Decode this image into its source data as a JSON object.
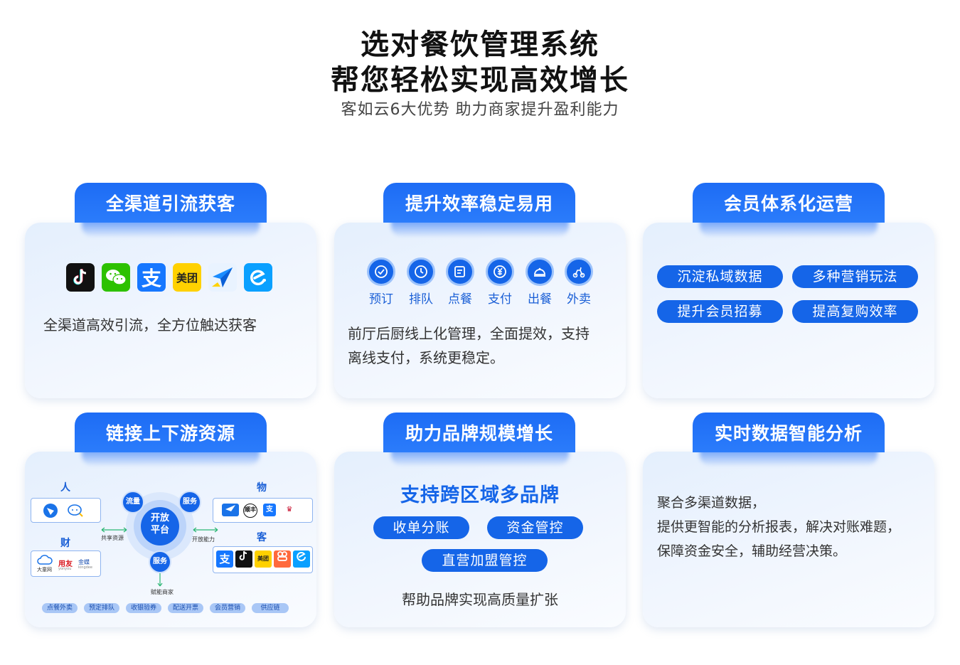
{
  "header": {
    "title_line1": "选对餐饮管理系统",
    "title_line2": "帮您轻松实现高效增长",
    "subtitle": "客如云6大优势 助力商家提升盈利能力"
  },
  "cards": [
    {
      "tab": "全渠道引流获客",
      "desc": "全渠道高效引流，全方位触达获客",
      "apps": [
        "douyin-icon",
        "wechat-icon",
        "alipay-icon",
        "meituan-icon",
        "amap-icon",
        "eleme-icon"
      ],
      "meituan_text": "美团",
      "alipay_text": "支"
    },
    {
      "tab": "提升效率稳定易用",
      "features": [
        "预订",
        "排队",
        "点餐",
        "支付",
        "出餐",
        "外卖"
      ],
      "desc_line1": "前厅后厨线上化管理，全面提效，支持",
      "desc_line2": "离线支付，系统更稳定。"
    },
    {
      "tab": "会员体系化运营",
      "pills": [
        "沉淀私域数据",
        "多种营销玩法",
        "提升会员招募",
        "提高复购效率"
      ]
    },
    {
      "tab": "链接上下游资源",
      "labels": {
        "person": "人",
        "thing": "物",
        "money": "财",
        "customer": "客"
      },
      "center": {
        "line1": "开放",
        "line2": "平台"
      },
      "bubbles": {
        "top_left": "流量",
        "top_right": "服务",
        "bottom": "服务"
      },
      "arrow_labels": {
        "left": "共享资源",
        "right": "开放能力",
        "bottom": "赋能商家"
      },
      "finance_logos": [
        "大童网",
        "用友",
        "金蝶"
      ],
      "finance_subs": {
        "yonyou": "yonyou",
        "kingdee": "kingdee"
      },
      "thing_logos": [
        "顺丰",
        "支"
      ],
      "customer_logos": {
        "meituan": "美团",
        "alipay": "支"
      },
      "tags": [
        "点餐外卖",
        "预定排队",
        "收银验券",
        "配送开票",
        "会员营销",
        "供应链"
      ]
    },
    {
      "tab": "助力品牌规模增长",
      "heading": "支持跨区域多品牌",
      "pills": [
        "收单分账",
        "资金管控",
        "直营加盟管控"
      ],
      "desc": "帮助品牌实现高质量扩张"
    },
    {
      "tab": "实时数据智能分析",
      "desc_lines": [
        "聚合多渠道数据，",
        "提供更智能的分析报表，解决对账难题，",
        "保障资金安全，辅助经营决策。"
      ]
    }
  ],
  "colors": {
    "accent": "#1565e8",
    "tab": "#1d6cf5",
    "card_bg": "#e4effd"
  }
}
